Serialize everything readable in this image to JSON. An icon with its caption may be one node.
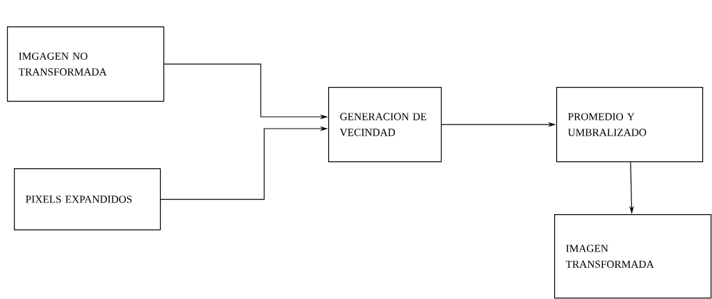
{
  "diagram": {
    "nodes": [
      {
        "text": [
          "IMGAGEN NO TRANSFORMADA"
        ]
      },
      {
        "text": [
          "PIXELS EXPANDIDOS"
        ]
      },
      {
        "text": [
          "GENERACION DE VECINDAD"
        ]
      },
      {
        "text": [
          "PROMEDIO Y UMBRALIZADO"
        ]
      },
      {
        "text": [
          "IMAGEN TRANSFORMADA"
        ]
      }
    ],
    "edges": [
      {
        "from": 0,
        "to": 2,
        "arrow": "to"
      },
      {
        "from": 1,
        "to": 2,
        "arrow": "to"
      },
      {
        "from": 2,
        "to": 3,
        "arrow": "to"
      },
      {
        "from": 3,
        "to": 4,
        "arrow": "to"
      }
    ]
  }
}
